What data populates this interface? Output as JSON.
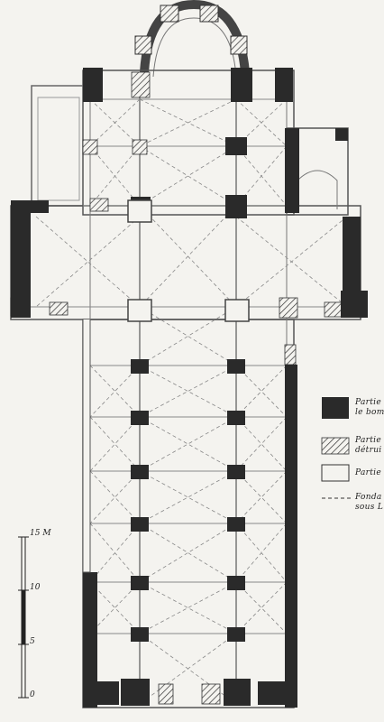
{
  "legend": [
    {
      "style": "black",
      "lines": [
        "Partie",
        "le bom"
      ]
    },
    {
      "style": "hatched",
      "lines": [
        "Partie",
        "détrui"
      ]
    },
    {
      "style": "white",
      "lines": [
        "Partie"
      ]
    },
    {
      "style": "dashed",
      "lines": [
        "Fonda",
        "sous L"
      ]
    }
  ],
  "scale": {
    "unit_label": "15 M",
    "ticks": [
      "10",
      "5",
      "0"
    ]
  },
  "colors": {
    "wall_surviving": "#2a2a2a",
    "paper": "#f4f3ef",
    "line": "#555555"
  }
}
